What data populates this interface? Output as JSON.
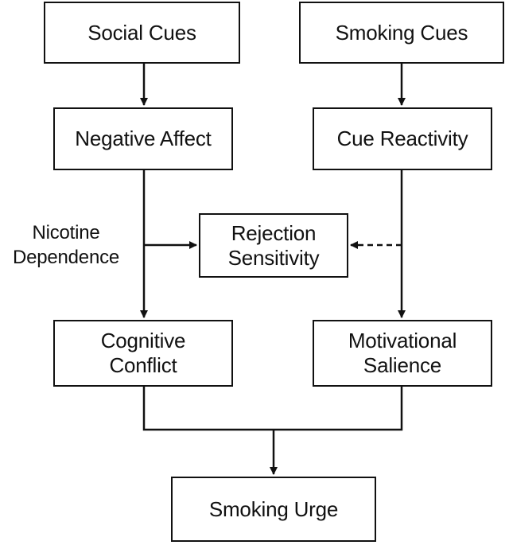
{
  "diagram": {
    "nodes": {
      "social_cues": "Social Cues",
      "smoking_cues": "Smoking Cues",
      "negative_affect": "Negative Affect",
      "cue_reactivity": "Cue Reactivity",
      "rejection_sensitivity": [
        "Rejection",
        "Sensitivity"
      ],
      "cognitive_conflict": [
        "Cognitive",
        "Conflict"
      ],
      "motivational_salience": [
        "Motivational",
        "Salience"
      ],
      "smoking_urge": "Smoking Urge"
    },
    "moderator_label": [
      "Nicotine",
      "Dependence"
    ],
    "edges": [
      {
        "from": "Social Cues",
        "to": "Negative Affect",
        "style": "solid"
      },
      {
        "from": "Smoking Cues",
        "to": "Cue Reactivity",
        "style": "solid"
      },
      {
        "from": "Negative Affect",
        "to": "Cognitive Conflict",
        "style": "solid"
      },
      {
        "from": "Negative Affect",
        "to": "Rejection Sensitivity",
        "style": "solid"
      },
      {
        "from": "Cue Reactivity",
        "to": "Motivational Salience",
        "style": "solid"
      },
      {
        "from": "Cue Reactivity",
        "to": "Rejection Sensitivity",
        "style": "dashed"
      },
      {
        "from": "Cognitive Conflict",
        "to": "Smoking Urge",
        "style": "solid"
      },
      {
        "from": "Motivational Salience",
        "to": "Smoking Urge",
        "style": "solid"
      }
    ],
    "colors": {
      "stroke": "#111111",
      "background": "#ffffff"
    }
  }
}
